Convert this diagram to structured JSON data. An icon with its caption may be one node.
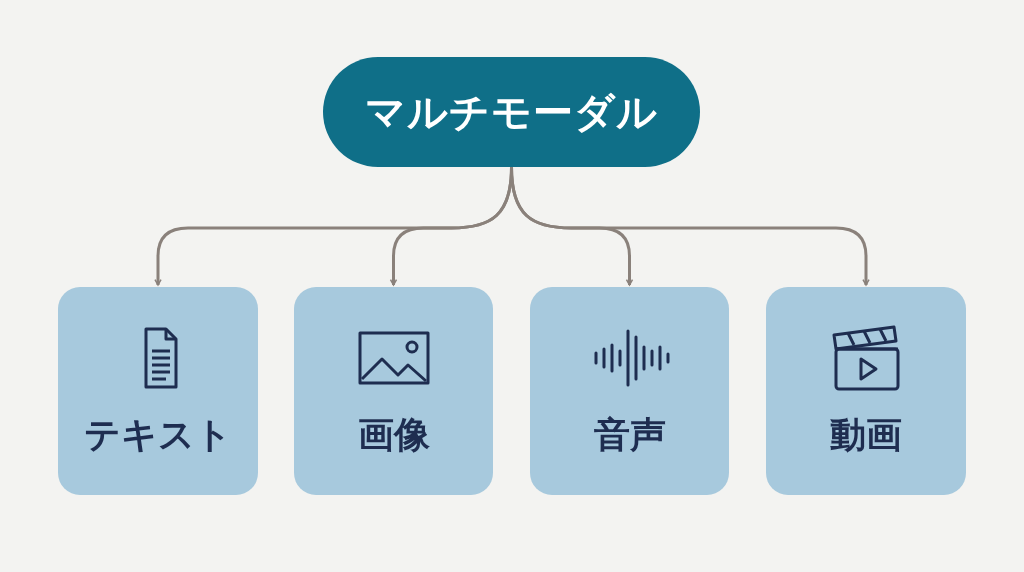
{
  "diagram": {
    "nodes": [
      {
        "text": [
          "マルチモーダル"
        ]
      },
      {
        "text": [
          "テキスト"
        ]
      },
      {
        "text": [
          "画像"
        ]
      },
      {
        "text": [
          "音声"
        ]
      },
      {
        "text": [
          "動画"
        ]
      }
    ],
    "edges": [
      {
        "from": 0,
        "to": 1,
        "arrow": "to"
      },
      {
        "from": 0,
        "to": 2,
        "arrow": "to"
      },
      {
        "from": 0,
        "to": 3,
        "arrow": "to"
      },
      {
        "from": 0,
        "to": 4,
        "arrow": "to"
      }
    ]
  }
}
